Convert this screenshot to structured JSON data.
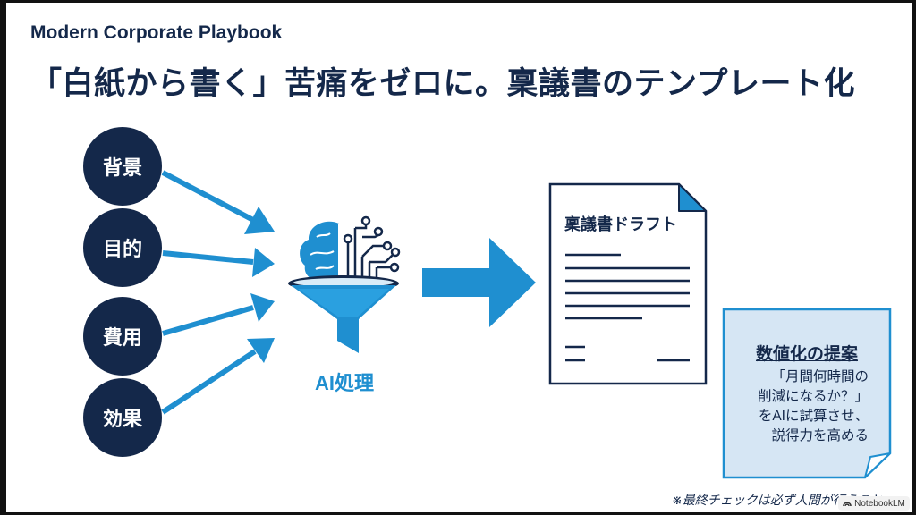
{
  "header": {
    "eyebrow": "Modern Corporate Playbook",
    "title": "「白紙から書く」苦痛をゼロに。稟議書のテンプレート化"
  },
  "inputs": [
    {
      "label": "背景"
    },
    {
      "label": "目的"
    },
    {
      "label": "費用"
    },
    {
      "label": "効果"
    }
  ],
  "process": {
    "label": "AI処理",
    "icon": "brain-funnel-icon"
  },
  "document": {
    "title": "稟議書ドラフト",
    "icon": "document-icon"
  },
  "note": {
    "heading": "数値化の提案",
    "lines": [
      "「月間何時間の",
      "削減になるか？」",
      "をAIに試算させ、",
      "説得力を高める"
    ]
  },
  "footnote": "※最終チェックは必ず人間が行うこと",
  "badge": {
    "label": "NotebookLM"
  },
  "colors": {
    "navy": "#14284a",
    "accent_blue": "#1f8fd0",
    "note_fill": "#d6e6f4"
  }
}
